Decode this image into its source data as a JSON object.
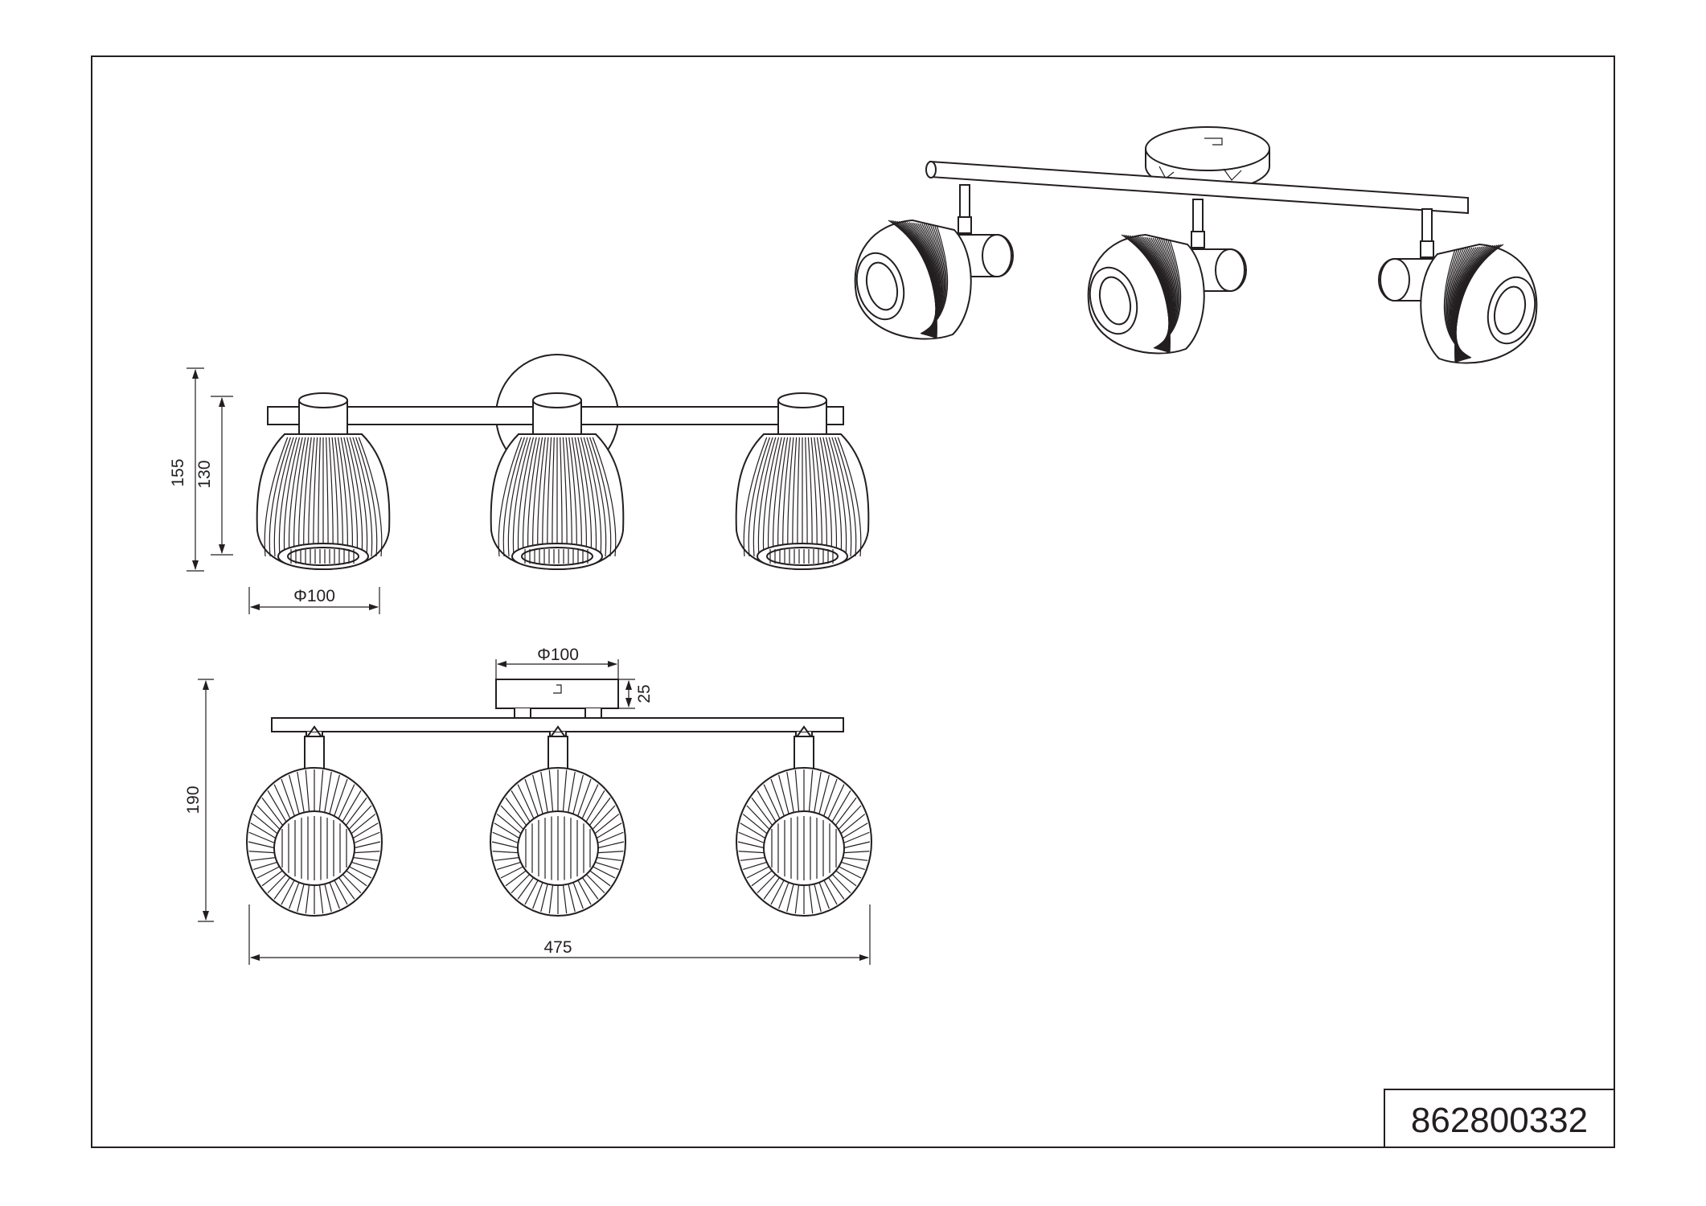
{
  "title_block": {
    "part_number": "862800332"
  },
  "front_view": {
    "height_total": "155",
    "height_shade": "130",
    "shade_diameter": "Φ100"
  },
  "bottom_view": {
    "canopy_diameter": "Φ100",
    "canopy_height": "25",
    "height_total": "190",
    "width_total": "475"
  }
}
